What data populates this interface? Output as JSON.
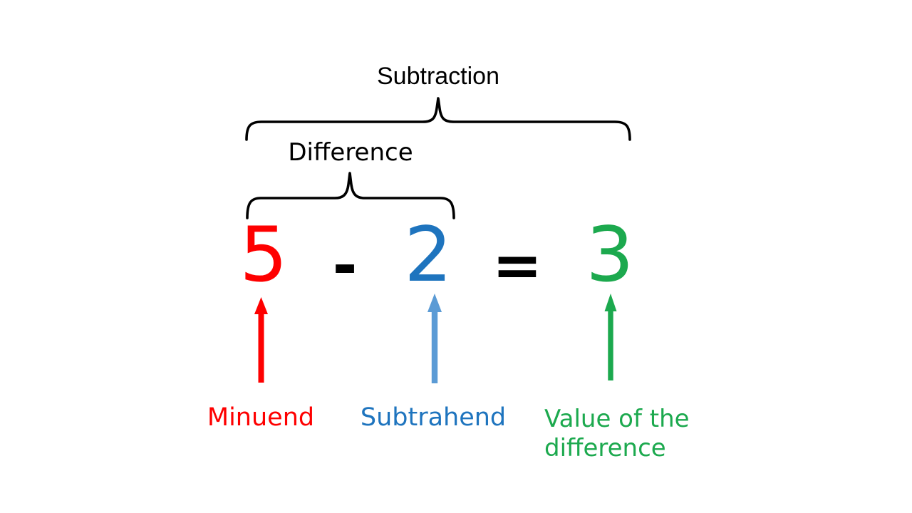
{
  "diagram": {
    "title": "Subtraction",
    "difference_label": "Difference",
    "equation": {
      "minuend": "5",
      "operator": "-",
      "subtrahend": "2",
      "equals": "=",
      "result": "3"
    },
    "annotations": {
      "minuend": "Minuend",
      "subtrahend": "Subtrahend",
      "result_line1": "Value of the",
      "result_line2": "difference"
    }
  },
  "colors": {
    "background": "#ffffff",
    "text_black": "#000000",
    "minuend_red": "#fe0000",
    "subtrahend_blue": "#1e74be",
    "arrow_blue_light": "#5b9bd5",
    "result_green": "#1ca94e"
  },
  "shapes": {
    "brace_large": "horizontal-curly-brace-tip-up",
    "brace_small": "horizontal-curly-brace-tip-up",
    "arrow_red": "up-arrow",
    "arrow_blue": "up-arrow",
    "arrow_green": "up-arrow"
  }
}
